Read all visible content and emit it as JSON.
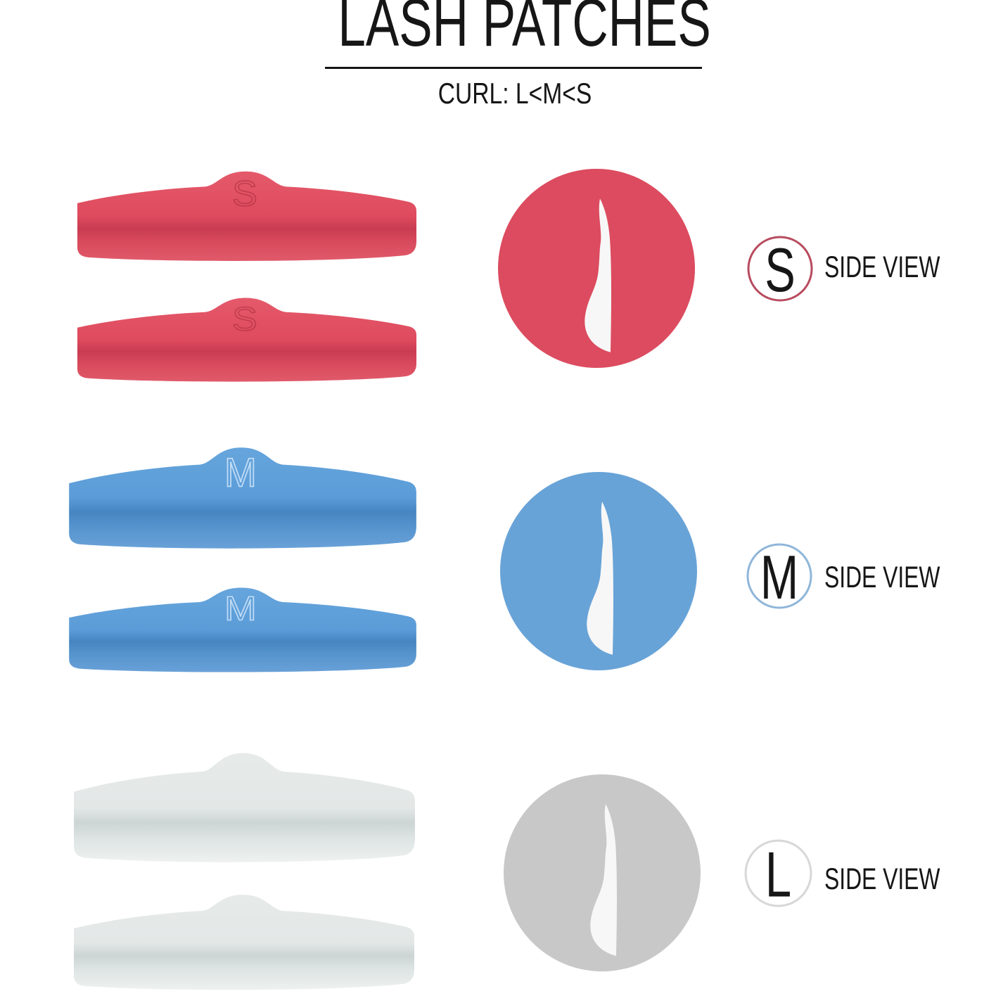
{
  "title": "LASH PATCHES",
  "subtitle": "CURL: L<M<S",
  "colors": {
    "background": "#ffffff",
    "text": "#161616",
    "underline": "#161616",
    "side_view_shape": "#f7f7f7"
  },
  "rows": [
    {
      "curl_size": "S",
      "patch_count": 2,
      "patch_letter": "S",
      "badge_letter": "S",
      "side_view_label": "SIDE VIEW",
      "patch_letter_stroke": "rgba(165,42,58,0.55)",
      "circle_color": "#dc4b5f",
      "badge_ring_color": "#b84b5e",
      "patch": {
        "top": "#e45a6b",
        "base": "#df4a5e",
        "ridge": "#c93c51",
        "lower": "#d8495c",
        "bottom": "#e05a6a"
      }
    },
    {
      "curl_size": "M",
      "patch_count": 2,
      "patch_letter": "M",
      "badge_letter": "M",
      "side_view_label": "SIDE VIEW",
      "patch_letter_stroke": "rgba(225,240,255,0.75)",
      "circle_color": "#68a3d7",
      "badge_ring_color": "#8fb6d9",
      "patch": {
        "top": "#66a5dc",
        "base": "#5b9cd8",
        "ridge": "#4685c0",
        "lower": "#5593cd",
        "bottom": "#69a1d8"
      }
    },
    {
      "curl_size": "L",
      "patch_count": 2,
      "patch_letter": "",
      "badge_letter": "L",
      "side_view_label": "SIDE VIEW",
      "patch_letter_stroke": "rgba(0,0,0,0)",
      "circle_color": "#c8c8c8",
      "badge_ring_color": "#d8d8d8",
      "patch": {
        "top": "#e6eae9",
        "base": "#e3e8e7",
        "ridge": "#ccd5d4",
        "lower": "#dde4e3",
        "bottom": "#eef1f0"
      }
    }
  ]
}
